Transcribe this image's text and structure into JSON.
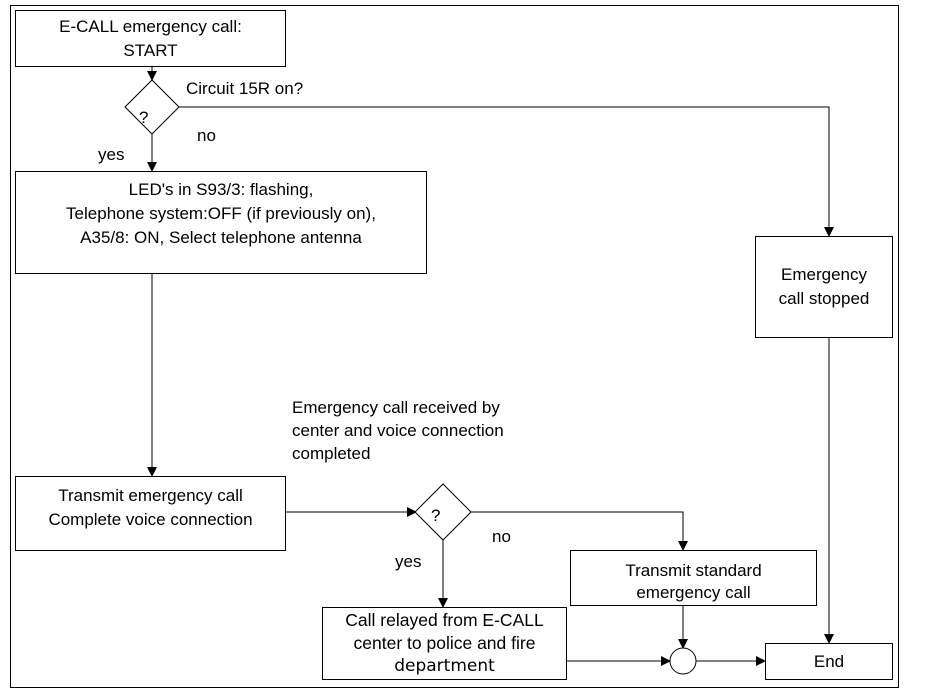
{
  "diagram": {
    "type": "flowchart",
    "colors": {
      "line": "#000000",
      "background": "#ffffff"
    },
    "nodes": {
      "start": {
        "lines": [
          "E-CALL emergency call:",
          "START"
        ]
      },
      "decision_circuit": {
        "symbol": "?",
        "question": "Circuit 15R on?",
        "yes_label": "yes",
        "no_label": "no"
      },
      "leds": {
        "lines": [
          "LED's in S93/3: flashing,",
          "Telephone system:OFF (if previously on),",
          "A35/8: ON, Select telephone antenna"
        ]
      },
      "stopped": {
        "lines": [
          "Emergency",
          "call stopped"
        ]
      },
      "transmit": {
        "lines": [
          "Transmit emergency call",
          "Complete voice connection"
        ]
      },
      "decision_received": {
        "symbol": "?",
        "question_lines": [
          "Emergency call received by",
          "center and voice connection",
          "completed"
        ],
        "yes_label": "yes",
        "no_label": "no"
      },
      "standard": {
        "lines": [
          "Transmit standard",
          "emergency call"
        ]
      },
      "relayed": {
        "lines": [
          "Call relayed from E-CALL",
          "center to police and fire",
          "department"
        ]
      },
      "end": {
        "lines": [
          "End"
        ]
      }
    },
    "edges": [
      {
        "from": "start",
        "to": "decision_circuit"
      },
      {
        "from": "decision_circuit",
        "to": "leds",
        "label": "yes"
      },
      {
        "from": "decision_circuit",
        "to": "stopped",
        "label": "no"
      },
      {
        "from": "leds",
        "to": "transmit"
      },
      {
        "from": "transmit",
        "to": "decision_received"
      },
      {
        "from": "decision_received",
        "to": "relayed",
        "label": "yes"
      },
      {
        "from": "decision_received",
        "to": "standard",
        "label": "no"
      },
      {
        "from": "standard",
        "to": "junction"
      },
      {
        "from": "relayed",
        "to": "junction"
      },
      {
        "from": "junction",
        "to": "end"
      },
      {
        "from": "stopped",
        "to": "end"
      }
    ]
  }
}
